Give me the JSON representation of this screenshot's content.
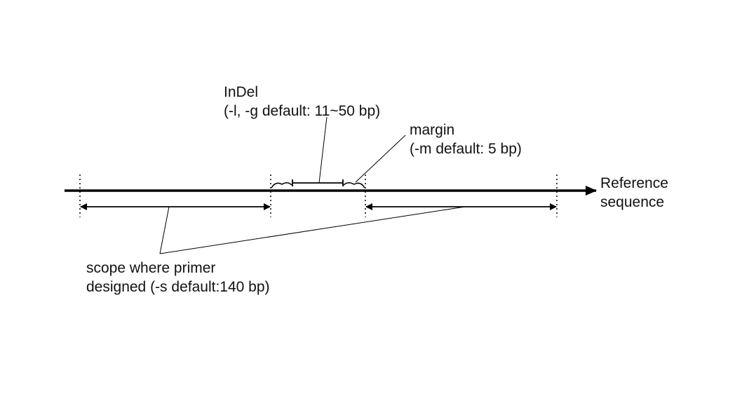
{
  "labels": {
    "indel_title": "InDel",
    "indel_detail": "(-l, -g default: 11~50 bp)",
    "margin_title": "margin",
    "margin_detail": "(-m default: 5 bp)",
    "reference_line1": "Reference",
    "reference_line2": "sequence",
    "scope_line1": "scope where primer",
    "scope_line2": "designed (-s default:140 bp)"
  },
  "colors": {
    "ink": "#000000",
    "text": "#111111"
  }
}
